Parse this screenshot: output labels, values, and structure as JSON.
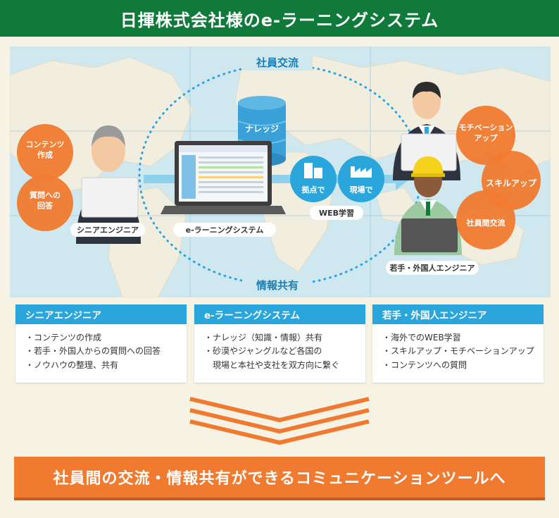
{
  "title": "日揮株式会社様のe-ラーニングシステム",
  "diagram": {
    "top_arc_label": "社員交流",
    "bottom_arc_label": "情報共有",
    "senior_label": "シニアエンジニア",
    "elearning_label": "e-ラーニングシステム",
    "knowledge_label": "ナレッジ",
    "base_label": "拠点で",
    "site_label": "現場で",
    "web_label": "WEB学習",
    "young_label": "若手・外国人エンジニア",
    "left_circles": [
      "コンテンツ\n作成",
      "質問への\n回答"
    ],
    "right_circles": [
      "モチベーション\nアップ",
      "スキルアップ",
      "社員間交流"
    ],
    "colors": {
      "orange": "#f07a2f",
      "blue": "#2aa6dd",
      "green": "#0f7a3a"
    }
  },
  "cards": [
    {
      "title": "シニアエンジニア",
      "items": [
        "・コンテンツの作成",
        "・若手・外国人からの質問への回答",
        "・ノウハウの整理、共有"
      ]
    },
    {
      "title": "e-ラーニングシステム",
      "items": [
        "・ナレッジ（知識・情報）共有",
        "・砂漠やジャングルなど各国の\n　現場と本社や支社を双方向に繋ぐ"
      ]
    },
    {
      "title": "若手・外国人エンジニア",
      "items": [
        "・海外でのWEB学習",
        "・スキルアップ・モチベーションアップ",
        "・コンテンツへの質問"
      ]
    }
  ],
  "cta": "社員間の交流・情報共有ができるコミュニケーションツールへ"
}
